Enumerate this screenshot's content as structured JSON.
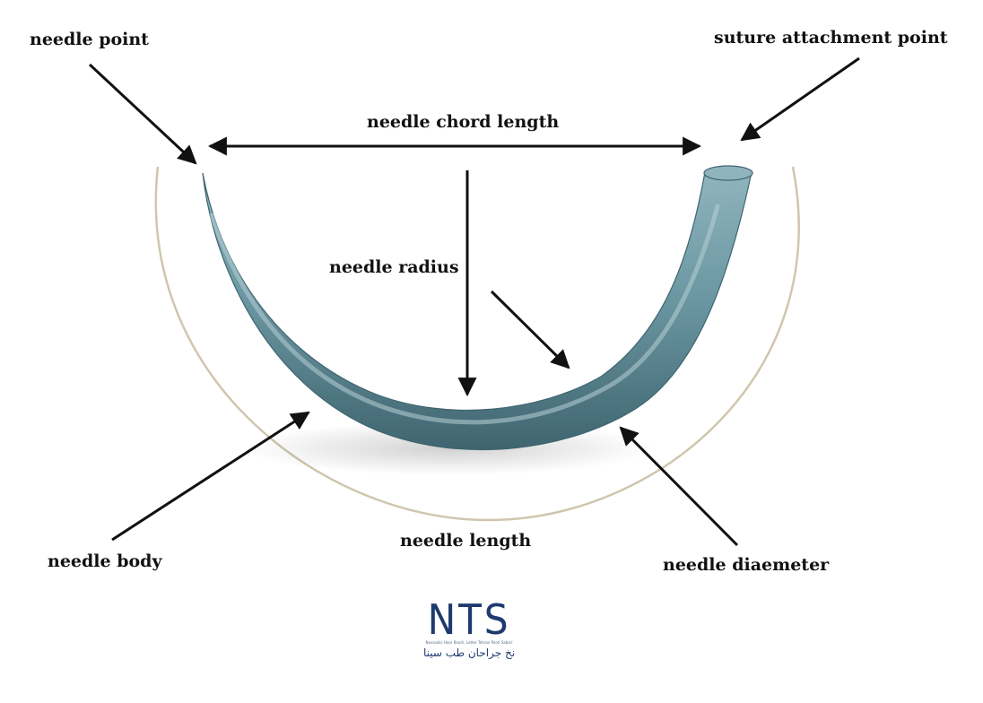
{
  "labels": {
    "needle_point": "needle point",
    "suture_attachment_point": "suture attachment point",
    "needle_chord_length": "needle chord length",
    "needle_radius": "needle radius",
    "needle_length": "needle length",
    "needle_body": "needle body",
    "needle_diameter": "needle diaemeter"
  },
  "logo": {
    "mark": "NTS",
    "tagline": "Novasalic Hoor Bearli, Letter Tehran Pooti Sabari",
    "persian": "نخ جراحان طب سینا"
  },
  "colors": {
    "needle_fill": "#6b97a3",
    "needle_dark": "#3f6570",
    "needle_light": "#b8d0d6",
    "outer_arc": "#cfc6ad",
    "arrow": "#111111",
    "logo": "#1f3a6e"
  }
}
